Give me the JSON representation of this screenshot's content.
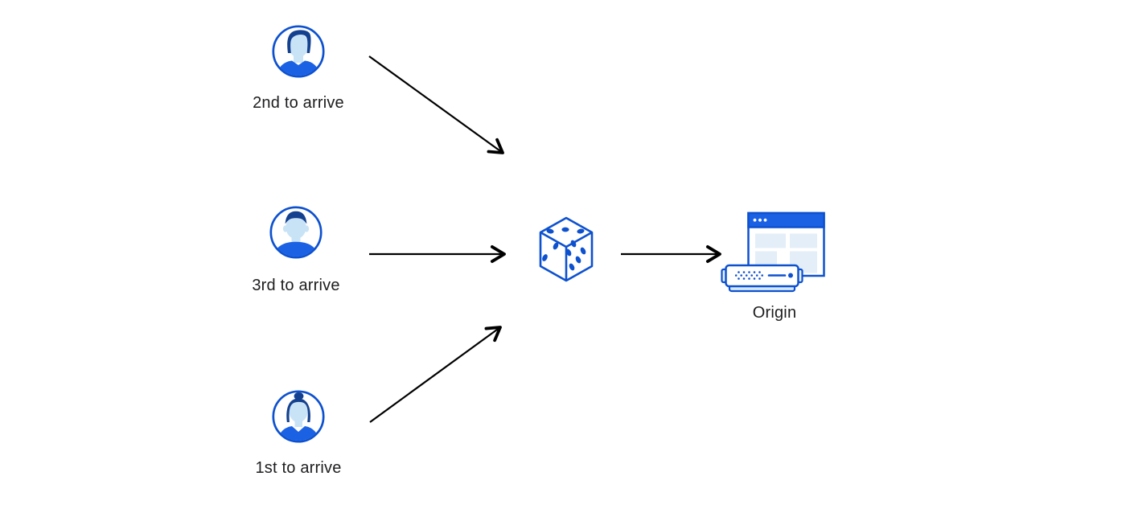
{
  "colors": {
    "stroke_blue": "#0d51cf",
    "fill_blue": "#1b61e4",
    "navy": "#14418f",
    "face_blue": "#c9e3f6",
    "pale_blue": "#e4eef8",
    "tab_blue": "#e8f2fb",
    "base_blue": "#d7e9f8",
    "arrow_black": "#000000",
    "text_black": "#1d1d1f",
    "background": "#ffffff"
  },
  "diagram": {
    "nodes": {
      "visitor_second": {
        "label": "2nd to arrive",
        "icon": "avatar-man-quiff-icon"
      },
      "visitor_third": {
        "label": "3rd to arrive",
        "icon": "avatar-man-shorthair-icon"
      },
      "visitor_first": {
        "label": "1st to arrive",
        "icon": "avatar-woman-bun-icon"
      },
      "randomizer": {
        "label": "",
        "icon": "dice-icon"
      },
      "origin": {
        "label": "Origin",
        "icon": "origin-server-icon"
      }
    },
    "edges": [
      {
        "from": "visitor_second",
        "to": "randomizer"
      },
      {
        "from": "visitor_third",
        "to": "randomizer"
      },
      {
        "from": "visitor_first",
        "to": "randomizer"
      },
      {
        "from": "randomizer",
        "to": "origin"
      }
    ]
  }
}
